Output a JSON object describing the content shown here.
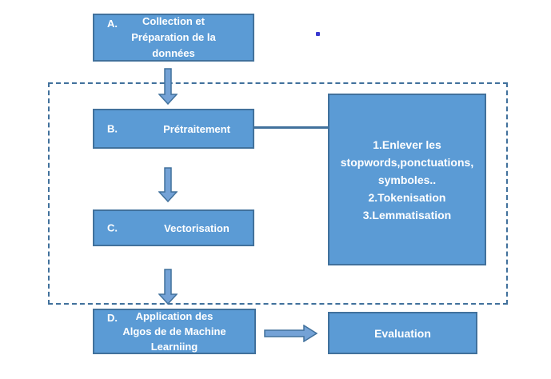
{
  "colors": {
    "box_fill": "#5B9BD5",
    "box_border": "#41719C",
    "arrow_fill": "#74A2D6",
    "arrow_border": "#41719C",
    "dashed_border": "#41719C",
    "connector": "#41719C",
    "stray_dot": "#3A3AD0",
    "text": "#FFFFFF"
  },
  "boxes": {
    "a": {
      "letter": "A.",
      "lines": [
        "Collection et",
        "Préparation de la",
        "données"
      ]
    },
    "b": {
      "letter": "B.",
      "label": "Prétraitement"
    },
    "c": {
      "letter": "C.",
      "label": "Vectorisation"
    },
    "d": {
      "letter": "D.",
      "lines": [
        "Application des",
        "Algos de de Machine",
        "Learniing"
      ]
    },
    "preprocessing_details": {
      "lines": [
        "1.Enlever les",
        "stopwords,ponctuations,",
        "symboles..",
        "2.Tokenisation",
        "3.Lemmatisation"
      ]
    },
    "evaluation": {
      "label": "Evaluation"
    }
  }
}
